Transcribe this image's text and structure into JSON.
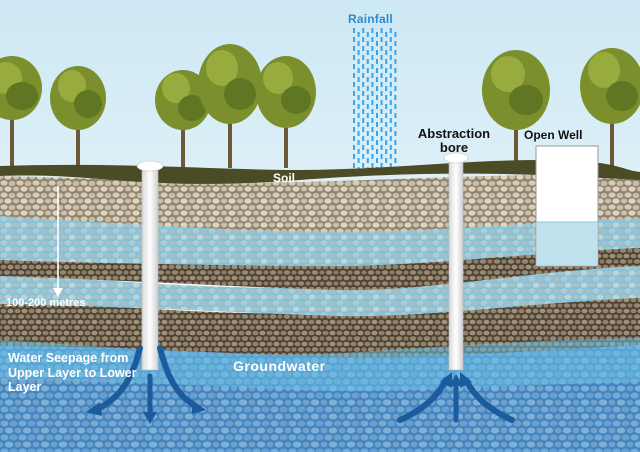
{
  "labels": {
    "rainfall": "Rainfall",
    "abstraction_bore": "Abstraction bore",
    "open_well": "Open Well",
    "soil": "Soil",
    "depth": "100-200 metres",
    "seepage": "Water Seepage from Upper Layer to Lower Layer",
    "groundwater": "Groundwater"
  },
  "colors": {
    "sky": "#c9e6f3",
    "soil": "#4a4a2a",
    "gravel_light": "#b8ab93",
    "aquifer_blue": "#6cbfe0",
    "brown_layer": "#6b5a41",
    "deep_aquifer": "#4d93cf",
    "arrow_blue": "#1c5b9e",
    "rain": "#39a4e8",
    "well_water": "#bfe3ee"
  }
}
